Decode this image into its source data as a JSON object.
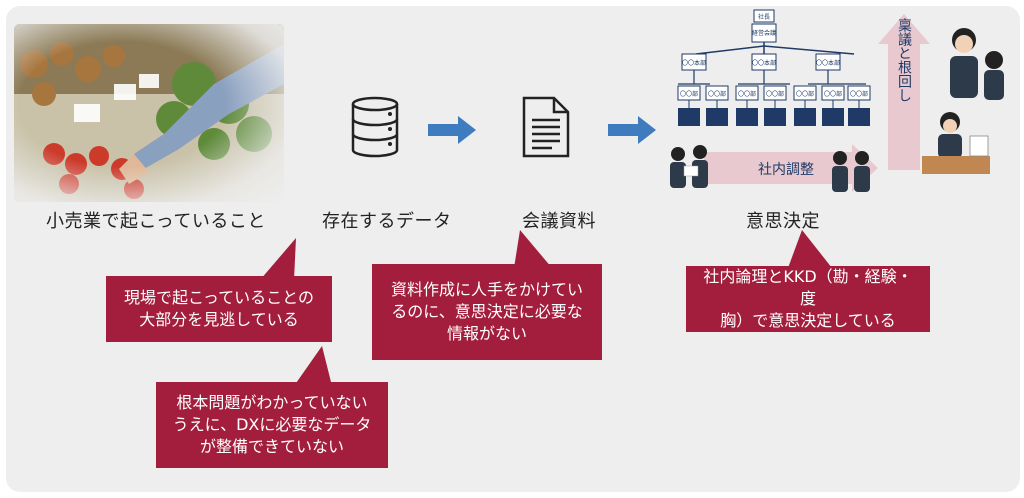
{
  "stages": {
    "retail": "小売業で起こっていること",
    "data": "存在するデータ",
    "meeting": "会議資料",
    "decision": "意思決定"
  },
  "callouts": {
    "missed": "現場で起こっていることの\n大部分を見逃している",
    "root": "根本問題がわかっていない\nうえに、DXに必要なデータ\nが整備できていない",
    "meeting": "資料作成に人手をかけてい\nるのに、意思決定に必要な\n情報がない",
    "decision": "社内論理とKKD（勘・経験・度\n胸）で意思決定している"
  },
  "org_chart": {
    "top": "社長",
    "second": "経営会議",
    "dept": "〇〇本部",
    "division": "〇〇部"
  },
  "bands": {
    "internal": "社内調整",
    "ringi": "稟議と根回し"
  },
  "icons": {
    "database": "database-icon",
    "document": "document-icon",
    "arrow": "right-arrow-icon"
  },
  "colors": {
    "callout": "#a31e3c",
    "arrow": "#3f7bbf",
    "org": "#1f3a66",
    "band": "#e8c9d0"
  }
}
